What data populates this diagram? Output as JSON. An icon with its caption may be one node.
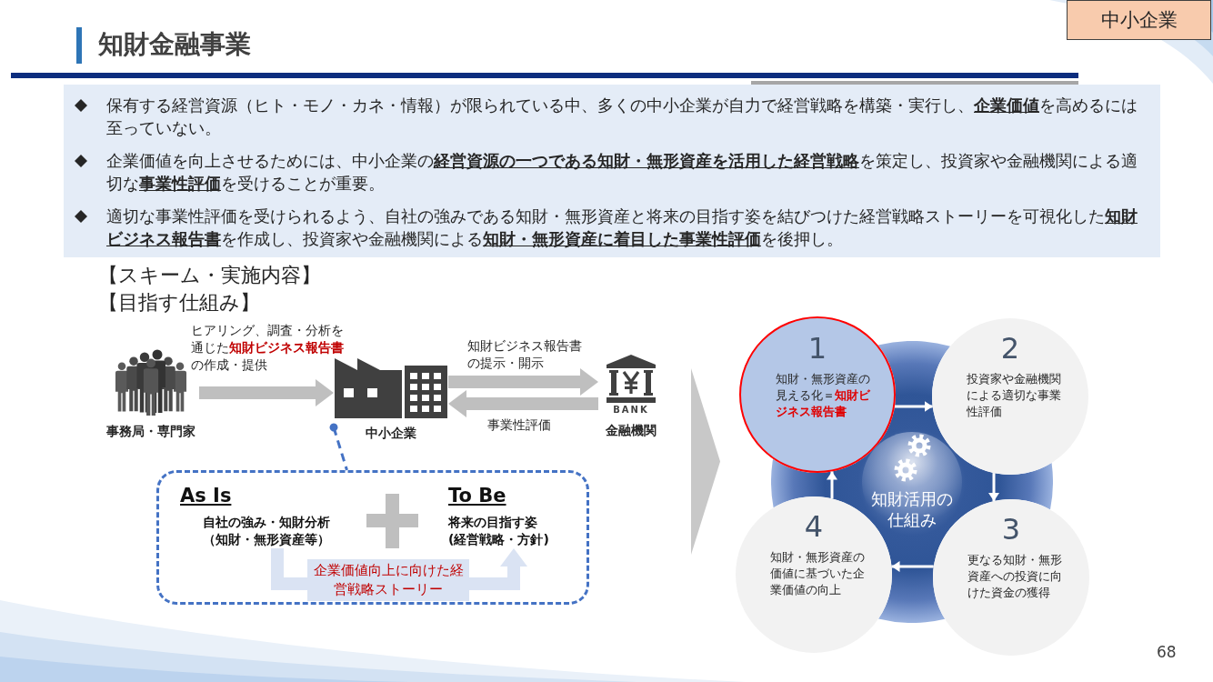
{
  "diagram": {
    "title": "知財金融事業",
    "nodes": [
      {
        "text": [
          "事務局・専門家"
        ]
      },
      {
        "text": [
          "中小企業"
        ]
      },
      {
        "text": [
          "BANK",
          "金融機関"
        ]
      },
      {
        "text": [],
        "shape": "box"
      },
      {
        "text": [
          "As Is",
          "自社の強み・知財分析（知財・無形資産等）"
        ],
        "in": 3
      },
      {
        "text": [
          "To Be",
          "将来の目指す姿(経営戦略・方針)"
        ],
        "in": 3
      },
      {
        "text": [
          "知財活用の仕組み"
        ]
      },
      {
        "text": [
          "1",
          "知財・無形資産の見える化＝**知財ビジネス報告書**"
        ]
      },
      {
        "text": [
          "2",
          "投資家や金融機関による適切な事業性評価"
        ]
      },
      {
        "text": [
          "3",
          "更なる知財・無形資産への投資に向けた資金の獲得"
        ]
      },
      {
        "text": [
          "4",
          "知財・無形資産の価値に基づいた企業価値の向上"
        ]
      }
    ],
    "edges": [
      {
        "from": 0,
        "to": 1,
        "arrow": "to",
        "label": "ヒアリング、調査・分析を通じた**知財ビジネス報告書**の作成・提供",
        "style": "thick"
      },
      {
        "from": 1,
        "to": 2,
        "arrow": "to",
        "label": "知財ビジネス報告書の提示・開示",
        "style": "thick"
      },
      {
        "from": 2,
        "to": 1,
        "arrow": "to",
        "label": "事業性評価",
        "style": "thick"
      },
      {
        "from": 1,
        "to": 3,
        "arrow": "other",
        "style": "dashed",
        "color": "#4472c4"
      },
      {
        "from": 4,
        "to": 5,
        "arrow": "to",
        "label": "企業価値向上に向けた経営戦略ストーリー",
        "style": "thick",
        "color": "#dae3f3"
      },
      {
        "from": 7,
        "to": 8,
        "arrow": "to",
        "color": "#ffffff"
      },
      {
        "from": 8,
        "to": 9,
        "arrow": "to",
        "color": "#ffffff"
      },
      {
        "from": 9,
        "to": 10,
        "arrow": "to",
        "color": "#ffffff"
      },
      {
        "from": 10,
        "to": 7,
        "arrow": "to",
        "color": "#ffffff"
      }
    ],
    "labels": [
      "中小企業",
      "保有する経営資源（ヒト・モノ・カネ・情報）が限られている中、多くの中小企業が自力で経営戦略を構築・実行し、**企業価値**を高めるには至っていない。",
      "企業価値を向上させるためには、中小企業の**経営資源の一つである知財・無形資産を活用した経営戦略**を策定し、投資家や金融機関による適切な**事業性評価**を受けることが重要。",
      "適切な事業性評価を受けられるよう、自社の強みである知財・無形資産と将来の目指す姿を結びつけた経営戦略ストーリーを可視化した**知財ビジネス報告書**を作成し、投資家や金融機関による**知財・無形資産に着目した事業性評価**を後押し。",
      "【スキーム・実施内容】",
      "【目指す仕組み】",
      "68"
    ]
  }
}
